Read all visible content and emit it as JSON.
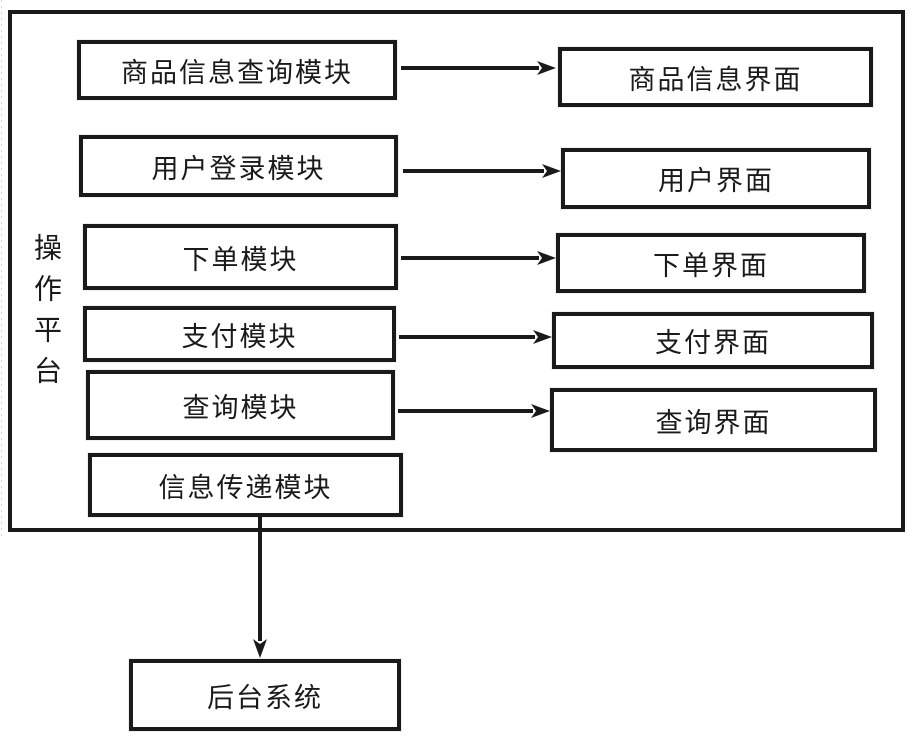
{
  "diagram": {
    "platform_label": "操作平台",
    "rows": [
      {
        "module": "商品信息查询模块",
        "interface": "商品信息界面"
      },
      {
        "module": "用户登录模块",
        "interface": "用户界面"
      },
      {
        "module": "下单模块",
        "interface": "下单界面"
      },
      {
        "module": "支付模块",
        "interface": "支付界面"
      },
      {
        "module": "查询模块",
        "interface": "查询界面"
      }
    ],
    "transfer_module": "信息传递模块",
    "backend_system": "后台系统",
    "colors": {
      "line": "#1a1a1a",
      "box_fill": "#ffffff",
      "background": "#ffffff",
      "text": "#1a1a1a"
    }
  }
}
